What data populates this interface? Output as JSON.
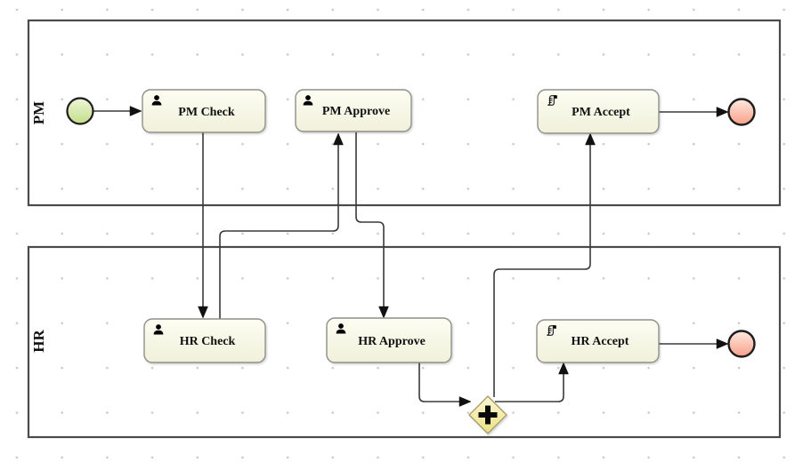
{
  "diagram": {
    "lanes": [
      {
        "label": "PM"
      },
      {
        "label": "HR"
      }
    ],
    "tasks": [
      {
        "label": "PM Check",
        "icon": "user-icon",
        "lane": "PM"
      },
      {
        "label": "PM Approve",
        "icon": "user-icon",
        "lane": "PM"
      },
      {
        "label": "PM Accept",
        "icon": "script-icon",
        "lane": "PM"
      },
      {
        "label": "HR Check",
        "icon": "user-icon",
        "lane": "HR"
      },
      {
        "label": "HR Approve",
        "icon": "user-icon",
        "lane": "HR"
      },
      {
        "label": "HR Accept",
        "icon": "script-icon",
        "lane": "HR"
      }
    ],
    "events": [
      {
        "name": "start-event",
        "lane": "PM",
        "color": "#c3dd8a"
      },
      {
        "name": "end-event-pm",
        "lane": "PM",
        "color": "#f89f88"
      },
      {
        "name": "end-event-hr",
        "lane": "HR",
        "color": "#f89f88"
      }
    ],
    "gateway": {
      "type": "parallel",
      "symbol": "+",
      "color": "#ece182"
    },
    "flows": [
      {
        "from": "start-event",
        "to": "PM Check"
      },
      {
        "from": "PM Check",
        "to": "HR Check"
      },
      {
        "from": "HR Check",
        "to": "PM Approve"
      },
      {
        "from": "PM Approve",
        "to": "HR Approve"
      },
      {
        "from": "HR Approve",
        "to": "parallel-gateway"
      },
      {
        "from": "parallel-gateway",
        "to": "PM Accept"
      },
      {
        "from": "parallel-gateway",
        "to": "HR Accept"
      },
      {
        "from": "PM Accept",
        "to": "end-event-pm"
      },
      {
        "from": "HR Accept",
        "to": "end-event-hr"
      }
    ],
    "colors": {
      "task_fill_top": "#fdfdf3",
      "task_fill_bottom": "#f0f0da",
      "task_border": "#8f9089",
      "start_fill_top": "#eef6d7",
      "start_fill_bottom": "#c3dd8a",
      "end_fill_top": "#ffe9e1",
      "end_fill_bottom": "#f89f88",
      "event_border": "#1d1d1d",
      "gateway_fill_top": "#faf5d7",
      "gateway_fill_bottom": "#ece182",
      "gateway_border": "#a39b66",
      "lane_border": "#4a4a4a",
      "flow_line": "#3a3a3a",
      "grid_dot": "#c9c9c9"
    }
  }
}
